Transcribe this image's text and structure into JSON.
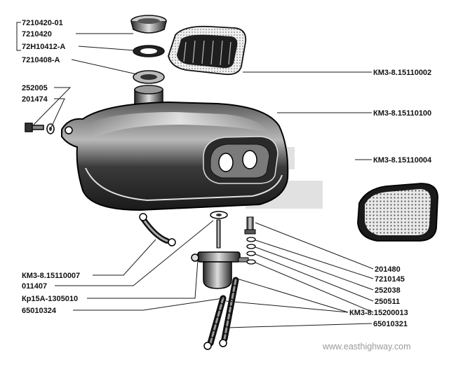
{
  "labels": {
    "p7210420_01": "7210420-01",
    "p7210420": "7210420",
    "p72H10412_A": "72H10412-A",
    "p7210408_A": "7210408-A",
    "p252005": "252005",
    "p201474": "201474",
    "p15110002": "КМ3-8.15110002",
    "p15110100": "КМ3-8.15110100",
    "p15110004": "КМ3-8.15110004",
    "p15110007": "КМ3-8.15110007",
    "p011407": "011407",
    "pKp15A": "Кр15А-1305010",
    "p65010324": "65010324",
    "p201480": "201480",
    "p7210145": "7210145",
    "p252038": "252038",
    "p250511": "250511",
    "p15200013": "КМ3-8.15200013",
    "p65010321": "65010321"
  },
  "watermark": "www.easthighway.com"
}
